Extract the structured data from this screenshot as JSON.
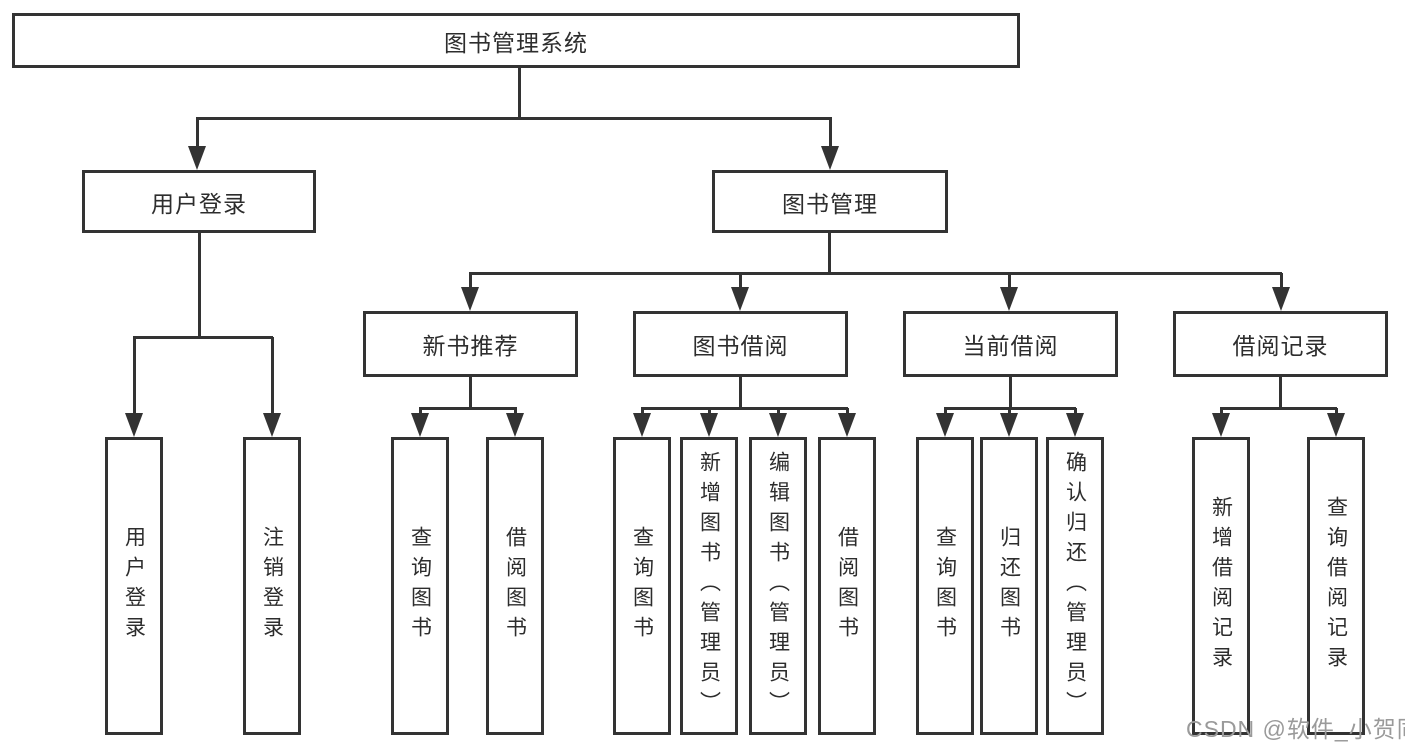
{
  "diagram": {
    "type": "tree",
    "line_color": "#333333",
    "nodes": {
      "root": {
        "label": "图书管理系统",
        "children": [
          "user_login",
          "book_mgmt"
        ]
      },
      "user_login": {
        "label": "用户登录",
        "children": [
          "leaf_user_login",
          "leaf_logout"
        ]
      },
      "book_mgmt": {
        "label": "图书管理",
        "children": [
          "new_book_rec",
          "book_borrow",
          "current_borrow",
          "borrow_records"
        ]
      },
      "leaf_user_login": {
        "label": "用户登录"
      },
      "leaf_logout": {
        "label": "注销登录"
      },
      "new_book_rec": {
        "label": "新书推荐",
        "children": [
          "nbr_query",
          "nbr_borrow"
        ]
      },
      "book_borrow": {
        "label": "图书借阅",
        "children": [
          "bb_query",
          "bb_add",
          "bb_edit",
          "bb_borrow"
        ]
      },
      "current_borrow": {
        "label": "当前借阅",
        "children": [
          "cb_query",
          "cb_return",
          "cb_confirm"
        ]
      },
      "borrow_records": {
        "label": "借阅记录",
        "children": [
          "br_add",
          "br_query"
        ]
      },
      "nbr_query": {
        "label": "查询图书"
      },
      "nbr_borrow": {
        "label": "借阅图书"
      },
      "bb_query": {
        "label": "查询图书"
      },
      "bb_add": {
        "label": "新增图书（管理员）"
      },
      "bb_edit": {
        "label": "编辑图书（管理员）"
      },
      "bb_borrow": {
        "label": "借阅图书"
      },
      "cb_query": {
        "label": "查询图书"
      },
      "cb_return": {
        "label": "归还图书"
      },
      "cb_confirm": {
        "label": "确认归还（管理员）"
      },
      "br_add": {
        "label": "新增借阅记录"
      },
      "br_query": {
        "label": "查询借阅记录"
      }
    }
  },
  "watermark": {
    "text": "CSDN @软件_小贺同学"
  }
}
